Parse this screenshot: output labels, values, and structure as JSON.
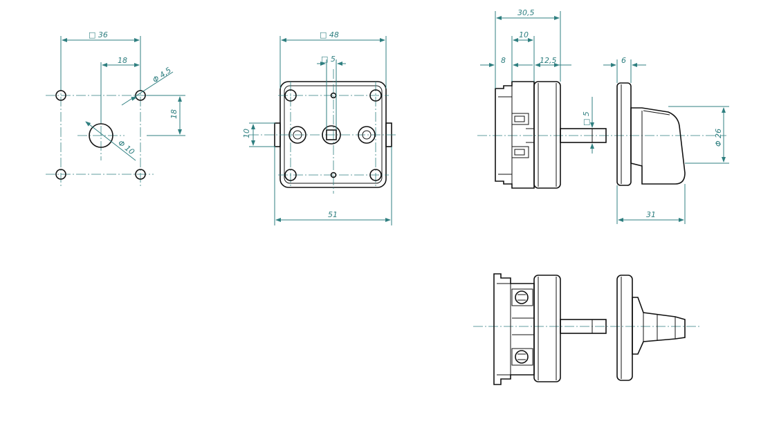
{
  "drawing": {
    "line_color": "#111111",
    "dimension_color": "#2f7f80",
    "background": "#ffffff"
  },
  "labels": {
    "mount_square": "□ 36",
    "mount_half": "18",
    "mount_vertical": "18",
    "mount_hole_dia": "Φ 4,5",
    "mount_center_dia": "Φ 10",
    "front_square": "□ 48",
    "front_shaft_square": "□ 5",
    "front_slot_height": "10",
    "front_width": "51",
    "side_depth": "30,5",
    "side_body": "10",
    "side_base": "8",
    "side_front_plate": "12,5",
    "side_shaft_square": "□ 5",
    "knob_plate": "6",
    "knob_dia": "Φ 26",
    "knob_length": "31"
  }
}
